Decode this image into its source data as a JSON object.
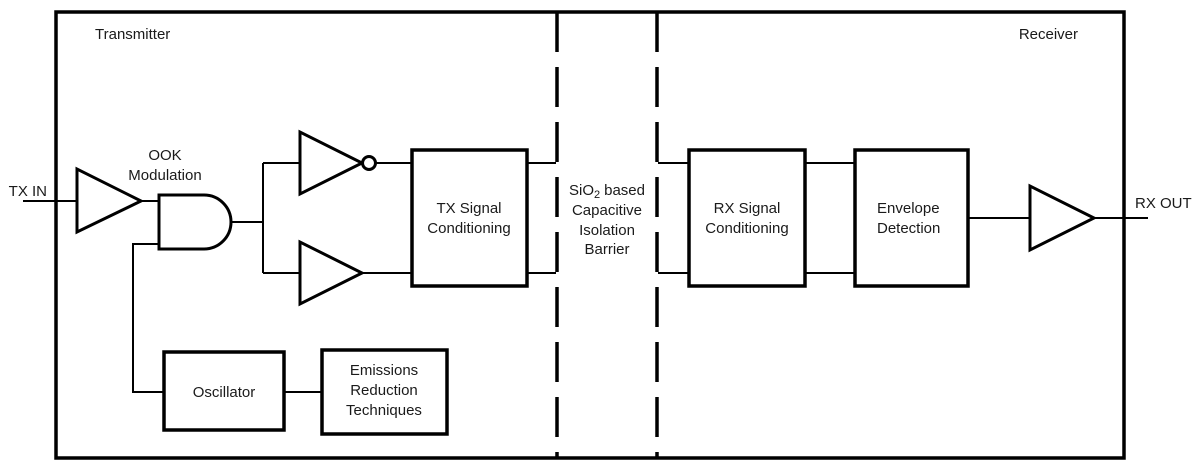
{
  "diagram": {
    "regions": {
      "transmitter": "Transmitter",
      "receiver": "Receiver"
    },
    "ports": {
      "tx_in": "TX IN",
      "rx_out": "RX OUT"
    },
    "ook": {
      "line1": "OOK",
      "line2": "Modulation"
    },
    "tx_signal": {
      "line1": "TX Signal",
      "line2": "Conditioning"
    },
    "barrier": {
      "chem_prefix": "SiO",
      "chem_sub": "2",
      "chem_suffix": "based",
      "line2": "Capacitive",
      "line3": "Isolation",
      "line4": "Barrier"
    },
    "rx_signal": {
      "line1": "RX Signal",
      "line2": "Conditioning"
    },
    "envelope": {
      "line1": "Envelope",
      "line2": "Detection"
    },
    "oscillator": {
      "label": "Oscillator"
    },
    "emissions": {
      "line1": "Emissions",
      "line2": "Reduction",
      "line3": "Techniques"
    }
  },
  "colors": {
    "line": "#000000",
    "text": "#1a1a1a",
    "background": "#ffffff"
  }
}
